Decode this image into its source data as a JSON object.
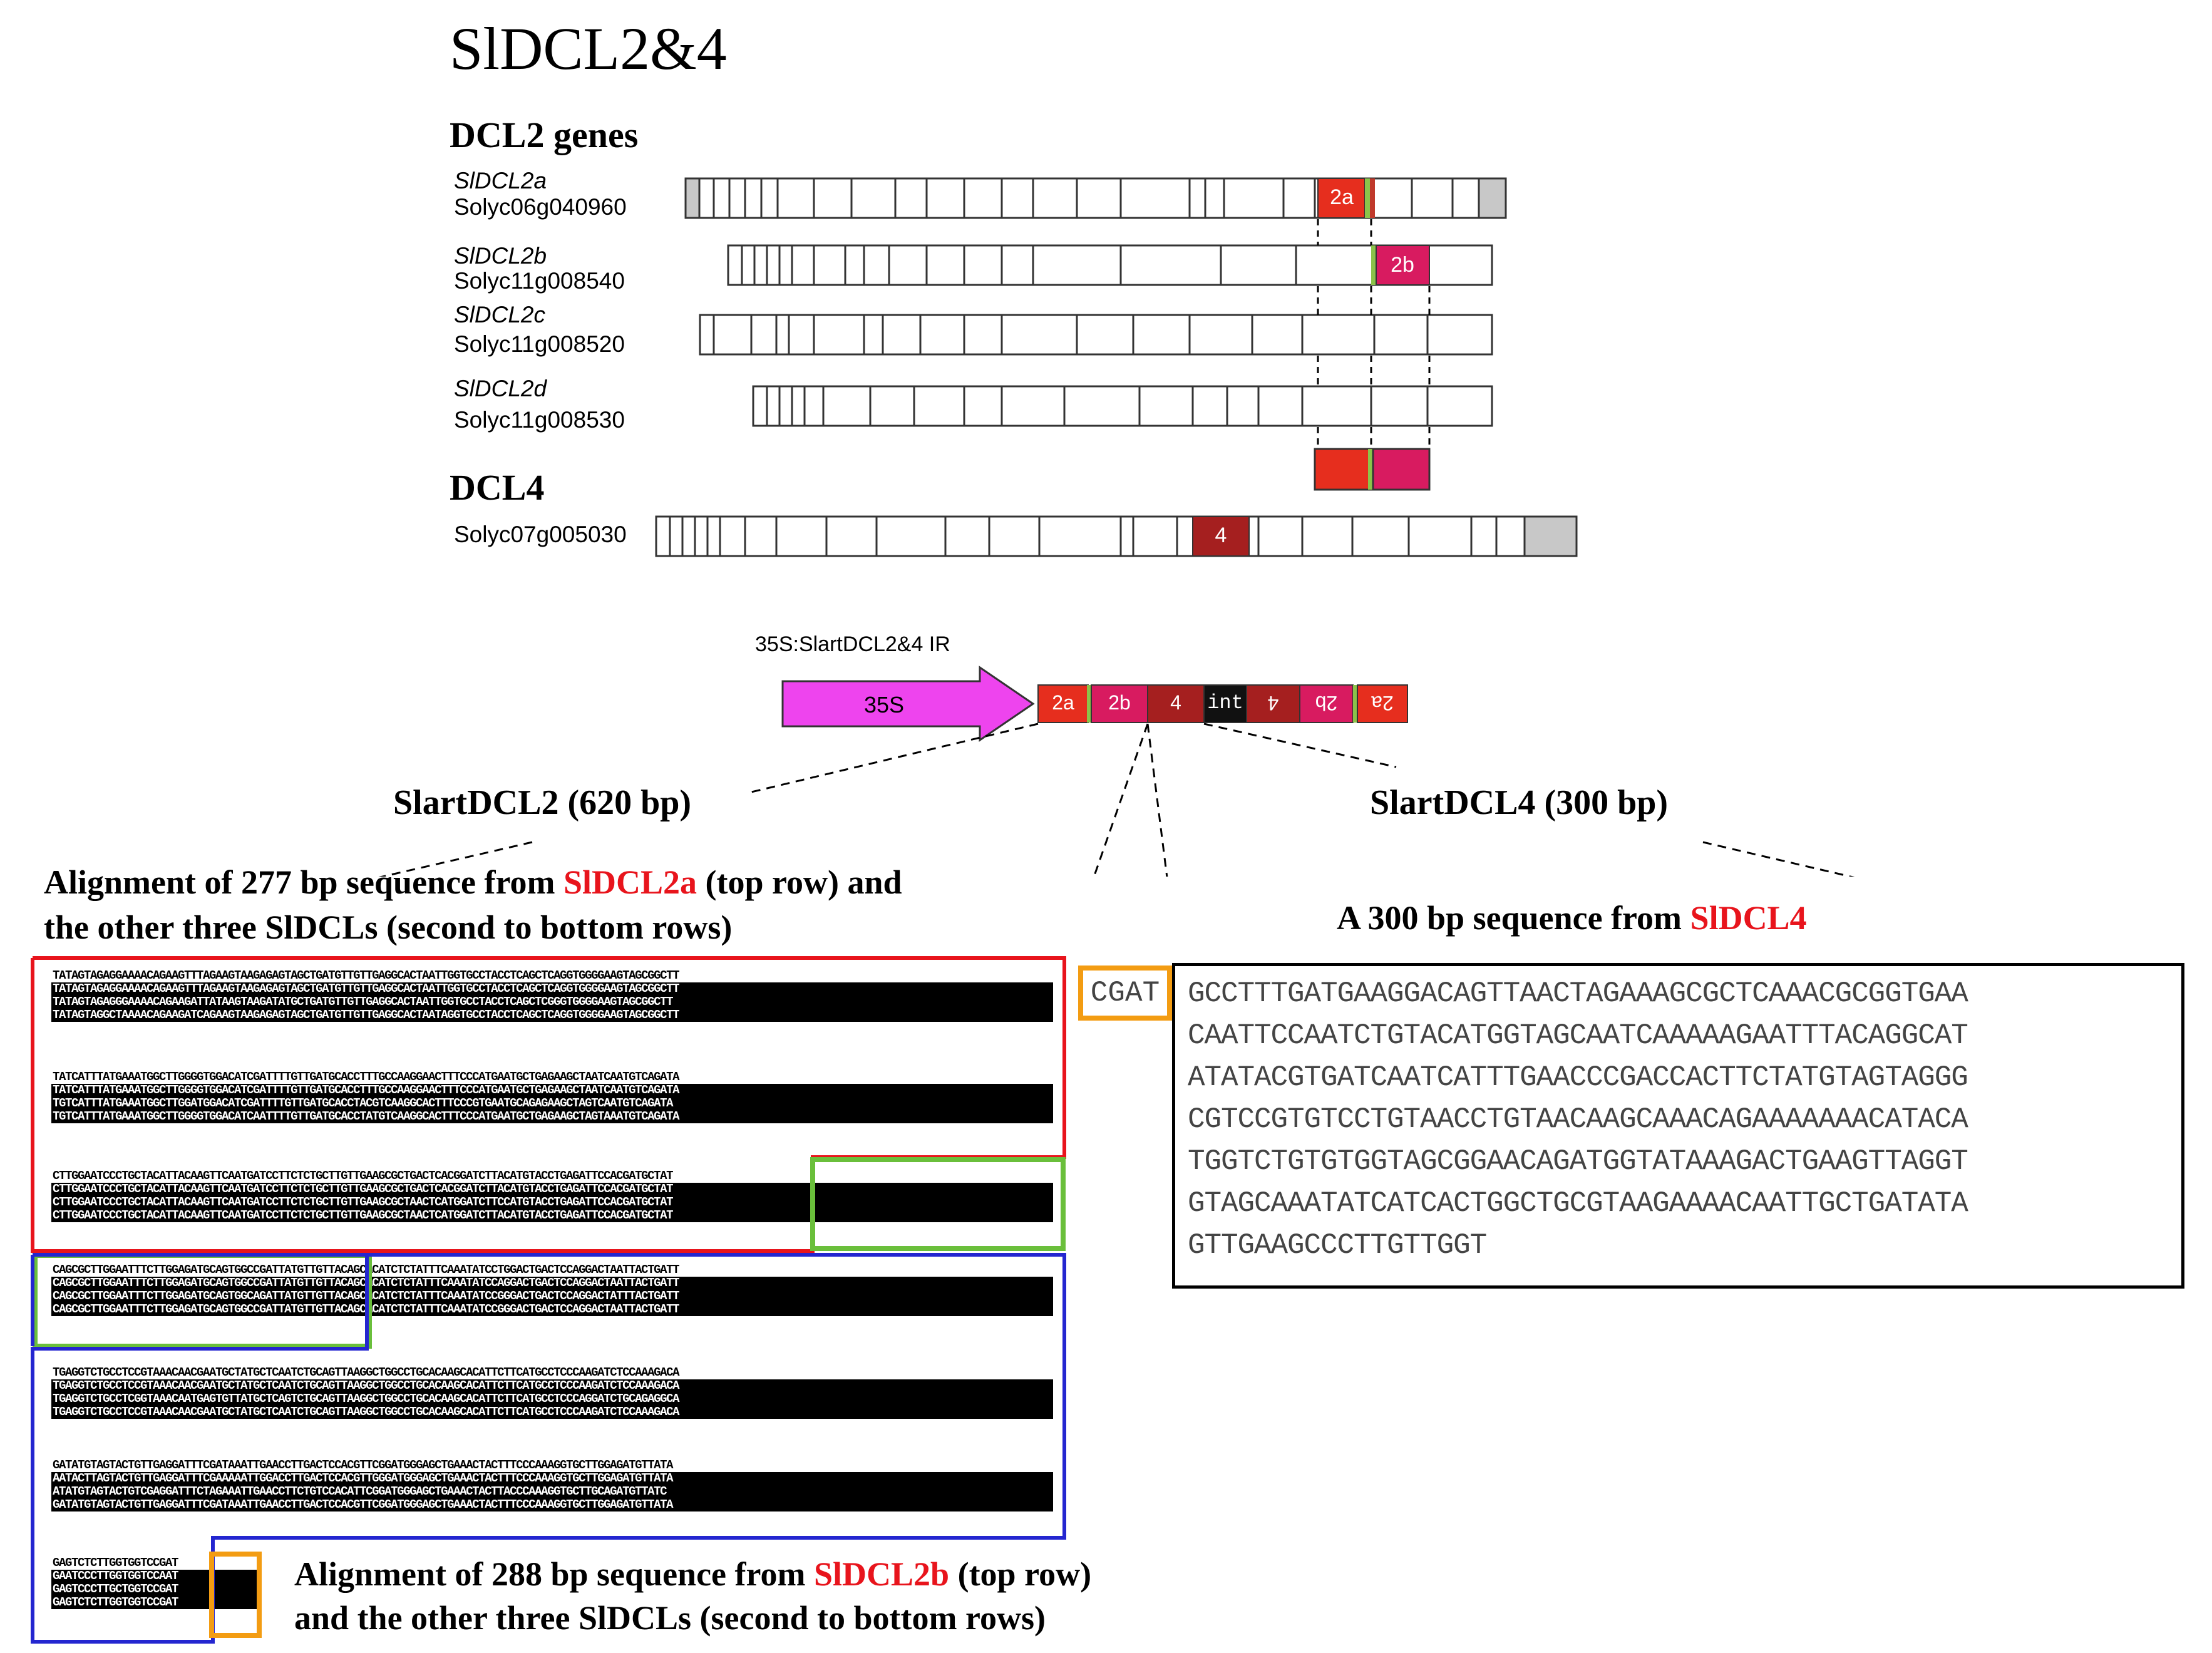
{
  "title": "SlDCL2&4",
  "sections": {
    "dcl2": "DCL2 genes",
    "dcl4": "DCL4"
  },
  "genes": [
    {
      "name": "SlDCL2a",
      "id": "Solyc06g040960",
      "label": "2a"
    },
    {
      "name": "SlDCL2b",
      "id": "Solyc11g008540",
      "label": "2b"
    },
    {
      "name": "SlDCL2c",
      "id": "Solyc11g008520",
      "label": ""
    },
    {
      "name": "SlDCL2d",
      "id": "Solyc11g008530",
      "label": ""
    },
    {
      "name": "",
      "id": "Solyc07g005030",
      "label": "4"
    }
  ],
  "construct": {
    "name": "35S:SlartDCL2&4 IR",
    "promoter": "35S",
    "segments": [
      "2a",
      "2b",
      "4",
      "int",
      "4",
      "2b",
      "2a"
    ]
  },
  "fragments": {
    "dcl2": "SlartDCL2 (620 bp)",
    "dcl4": "SlartDCL4 (300 bp)"
  },
  "captions": {
    "aln2a_pre": "Alignment of 277 bp sequence from ",
    "aln2a_gene": "SlDCL2a",
    "aln2a_post": " (top row) and",
    "aln2a_line2": "the other three SlDCLs (second to bottom rows)",
    "aln2b_pre": "Alignment of 288 bp sequence from ",
    "aln2b_gene": "SlDCL2b",
    "aln2b_post": " (top row)",
    "aln2b_line2": "and the other three SlDCLs (second to bottom rows)",
    "dcl4_pre": "A 300 bp sequence from ",
    "dcl4_gene": "SlDCL4"
  },
  "junction": "CGAT",
  "dcl4_sequence": [
    "GCCTTTGATGAAGGACAGTTAACTAGAAAGCGCTCAAACGCGGTGAA",
    "CAATTCCAATCTGTACATGGTAGCAATCAAAAAGAATTTACAGGCAT",
    "ATATACGTGATCAATCATTTGAACCCGACCACTTCTATGTAGTAGGG",
    "CGTCCGTGTCCTGTAACCTGTAACAAGCAAACAGAAAAAAACATACA",
    "TGGTCTGTGTGGTAGCGGAACAGATGGTATAAAGACTGAAGTTAGGT",
    "GTAGCAAATATCATCACTGGCTGCGTAAGAAAACAATTGCTGATATA",
    "GTTGAAGCCCTTGTTGGT"
  ],
  "alignment_blocks": [
    [
      "TATAGTAGAGGAAAACAGAAGTTTAGAAGTAAGAGAGTAGCTGATGTTGTTGAGGCACTAATTGGTGCCTACCTCAGCTCAGGTGGGGAAGTAGCGGCTT",
      "TATAGTAGAGGAAAACAGAAGTTTAGAAGTAAGAGAGTAGCTGATGTTGTTGAGGCACTAATTGGTGCCTACCTCAGCTCAGGTGGGGAAGTAGCGGCTT",
      "TATAGTAGAGGGAAAACAGAAGATTATAAGTAAGATATGCTGATGTTGTTGAGGCACTAATTGGTGCCTACCTCAGCTCGGGTGGGGAAGTAGCGGCTT",
      "TATAGTAGGCTAAAACAGAAGATCAGAAGTAAGAGAGTAGCTGATGTTGTTGAGGCACTAATAGGTGCCTACCTCAGCTCAGGTGGGGAAGTAGCGGCTT"
    ],
    [
      "TATCATTTATGAAATGGCTTGGGGTGGACATCGATTTTGTTGATGCACCTTTGCCAAGGAACTTTCCCATGAATGCTGAGAAGCTAATCAATGTCAGATA",
      "TATCATTTATGAAATGGCTTGGGGTGGACATCGATTTTGTTGATGCACCTTTGCCAAGGAACTTTCCCATGAATGCTGAGAAGCTAATCAATGTCAGATA",
      "TGTCATTTATGAAATGGCTTGGATGGACATCGATTTTGTTGATGCACCTACGTCAAGGCACTTTCCCGTGAATGCAGAGAAGCTAGTCAATGTCAGATA",
      "TGTCATTTATGAAATGGCTTGGGGTGGACATCAATTTTGTTGATGCACCTATGTCAAGGCACTTTCCCATGAATGCTGAGAAGCTAGTAAATGTCAGATA"
    ],
    [
      "CTTGGAATCCCTGCTACATTACAAGTTCAATGATCCTTCTCTGCTTGTTGAAGCGCTGACTCACGGATCTTACATGTACCTGAGATTCCACGATGCTAT",
      "CTTGGAATCCCTGCTACATTACAAGTTCAATGATCCTTCTCTGCTTGTTGAAGCGCTGACTCACGGATCTTACATGTACCTGAGATTCCACGATGCTAT",
      "CTTGGAATCCCTGCTACATTACAAGTTCAATGATCCTTCTCTGCTTGTTGAAGCGCTAACTCATGGATCTTCCATGTACCTGAGATTCCACGATGCTAT",
      "CTTGGAATCCCTGCTACATTACAAGTTCAATGATCCTTCTCTGCTTGTTGAAGCGCTAACTCATGGATCTTACATGTACCTGAGATTCCACGATGCTAT"
    ],
    [
      "CAGCGCTTGGAATTTCTTGGAGATGCAGTGGCCGATTATGTTGTTACAGCACATCTCTATTTCAAATATCCTGGACTGACTCCAGGACTAATTACTGATT",
      "CAGCGCTTGGAATTTCTTGGAGATGCAGTGGCCGATTATGTTGTTACAGCACATCTCTATTTCAAATATCCAGGACTGACTCCAGGACTAATTACTGATT",
      "CAGCGCTTGGAATTTCTTGGAGATGCAGTGGCAGATTATGTTGTTACAGCACATCTCTATTTCAAATATCCGGGACTGACTCCAGGACTATTTACTGATT",
      "CAGCGCTTGGAATTTCTTGGAGATGCAGTGGCCGATTATGTTGTTACAGCACATCTCTATTTCAAATATCCGGGACTGACTCCAGGACTAATTACTGATT"
    ],
    [
      "TGAGGTCTGCCTCCGTAAACAACGAATGCTATGCTCAATCTGCAGTTAAGGCTGGCCTGCACAAGCACATTCTTCATGCCTCCCAAGATCTCCAAAGACA",
      "TGAGGTCTGCCTCCGTAAACAACGAATGCTATGCTCAATCTGCAGTTAAGGCTGGCCTGCACAAGCACATTCTTCATGCCTCCCAAGATCTCCAAAGACA",
      "TGAGGTCTGCCTCGGTAAACAATGAGTGTTATGCTCAGTCTGCAGTTAAGGCTGGCCTGCACAAGCACATTCTTCATGCCTCCCAGGATCTGCAGAGGCA",
      "TGAGGTCTGCCTCCGTAAACAACGAATGCTATGCTCAATCTGCAGTTAAGGCTGGCCTGCACAAGCACATTCTTCATGCCTCCCAAGATCTCCAAAGACA"
    ],
    [
      "GATATGTAGTACTGTTGAGGATTTCGATAAATTGAACCTTGACTCCACGTTCGGATGGGAGCTGAAACTACTTTCCCAAAGGTGCTTGGAGATGTTATA",
      "AATACTTAGTACTGTTGAGGATTTCGAAAAATTGGACCTTGACTCCACGTTGGGATGGGAGCTGAAACTACTTTCCCAAAGGTGCTTGGAGATGTTATA",
      "ATATGTAGTACTGTCGAGGATTTCTAGAAATTGAACCTTCTGTCCACATTCGGATGGGAGCTGAAACTACTTACCCAAAGGTGCTTGCAGATGTTATC",
      "GATATGTAGTACTGTTGAGGATTTCGATAAATTGAACCTTGACTCCACGTTCGGATGGGAGCTGAAACTACTTTCCCAAAGGTGCTTGGAGATGTTATA"
    ],
    [
      "GAGTCTCTTGGTGGTCCGAT",
      "GAATCCCTTGGTGGTCCAAT",
      "GAGTCCCTTGCTGGTCCGAT",
      "GAGTCTCTTGGTGGTCCGAT"
    ]
  ]
}
